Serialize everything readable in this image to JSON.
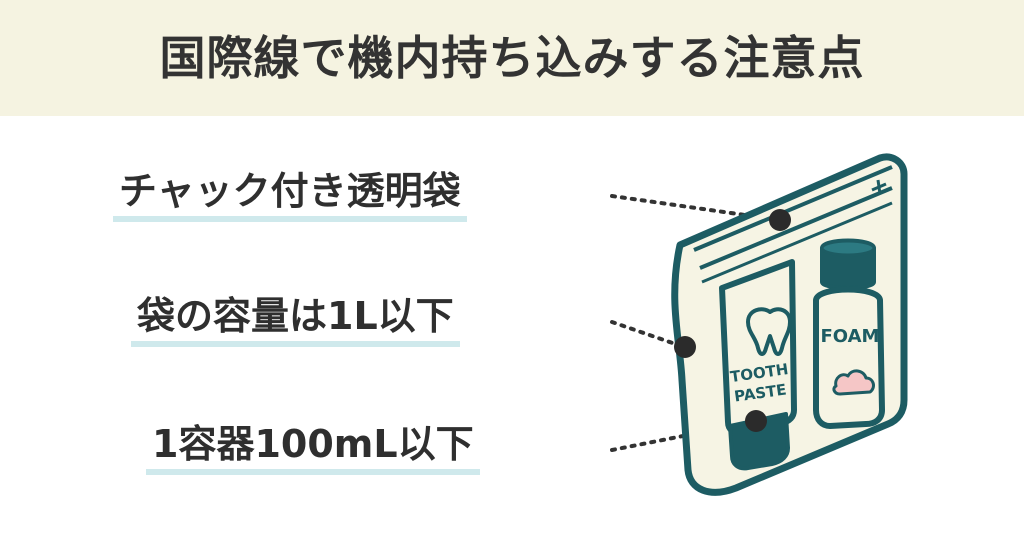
{
  "title": "国際線で機内持ち込みする注意点",
  "labels": [
    "チャック付き透明袋",
    "袋の容量は1L以下",
    "1容器100mL以下"
  ],
  "illustration": {
    "toothpaste_line1": "TOOTH",
    "toothpaste_line2": "PASTE",
    "bottle_label": "FOAM"
  },
  "colors": {
    "title_band": "#f5f3e1",
    "outline": "#1d5c63",
    "underline": "#cfe9ec",
    "bag_fill": "#f6f4e4"
  }
}
